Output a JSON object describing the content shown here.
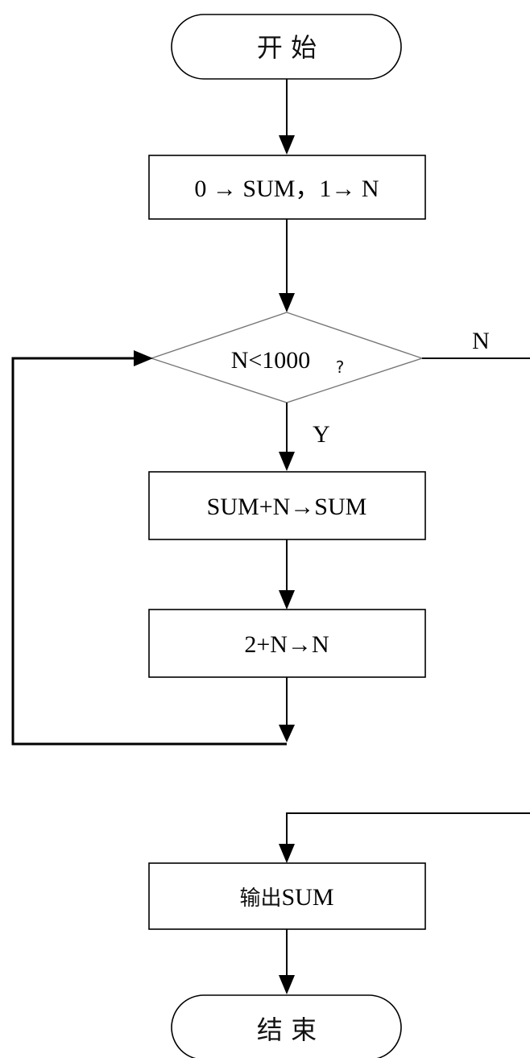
{
  "nodes": {
    "start": {
      "label": "开 始"
    },
    "init": {
      "label": "0 → SUM，1→ N"
    },
    "decision": {
      "label": "N<1000",
      "question_mark": "?"
    },
    "accumulate": {
      "label": "SUM+N→SUM"
    },
    "increment": {
      "label": "2+N→N"
    },
    "output": {
      "label_cjk": "输出",
      "label_rest": "SUM"
    },
    "end": {
      "label": "结 束"
    }
  },
  "branches": {
    "yes": "Y",
    "no": "N"
  }
}
